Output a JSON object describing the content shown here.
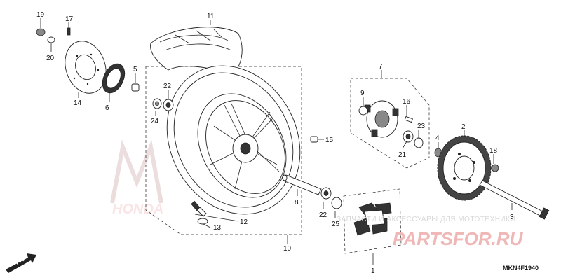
{
  "diagram": {
    "code": "MKN4F1940",
    "front_arrow_label": "FR.",
    "callouts": {
      "c1": "1",
      "c2": "2",
      "c3": "3",
      "c4": "4",
      "c5": "5",
      "c6": "6",
      "c7": "7",
      "c8": "8",
      "c9": "9",
      "c10": "10",
      "c11": "11",
      "c12": "12",
      "c13": "13",
      "c14": "14",
      "c15": "15",
      "c16": "16",
      "c17": "17",
      "c18": "18",
      "c19": "19",
      "c20": "20",
      "c21": "21",
      "c22a": "22",
      "c22b": "22",
      "c23": "23",
      "c24": "24",
      "c25": "25"
    }
  },
  "watermark": {
    "tagline": "ЗАПЧАСТИ И АКСЕССУАРЫ ДЛЯ МОТОТЕХНИКИ",
    "brand": "PARTSFOR.RU",
    "logo_text": "HONDA"
  }
}
